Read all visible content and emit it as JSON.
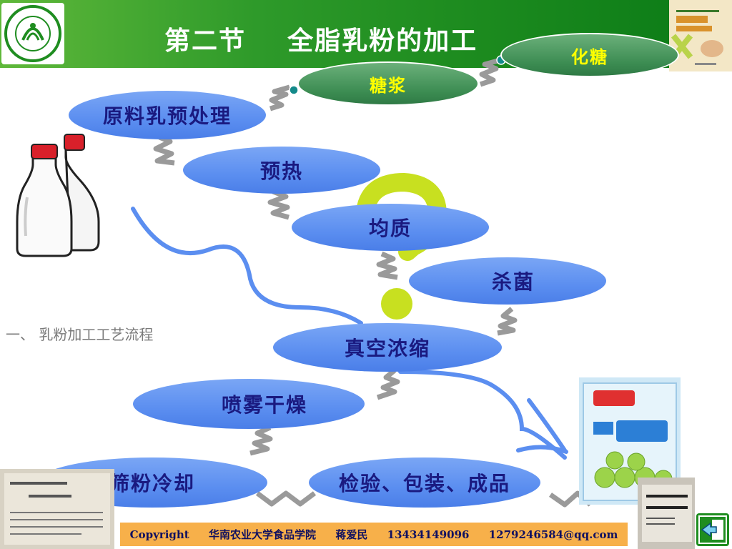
{
  "header": {
    "title": "第二节    全脂乳粉的加工",
    "logo_icon": "university-seal-icon",
    "book_icon": "textbook-cover-icon"
  },
  "section_label": "一、 乳粉加工工艺流程",
  "process": {
    "raw_milk": "原料乳预处理",
    "preheat": "预热",
    "homogenize": "均质",
    "sterilize": "杀菌",
    "vacuum_concentrate": "真空浓缩",
    "spray_dry": "喷雾干燥",
    "sieve_cool": "筛粉冷却",
    "inspect_pack": "检验、包装、成品",
    "syrup": "糖浆",
    "dissolve_sugar": "化糖"
  },
  "footer": {
    "copyright": "Copyright",
    "org": "华南农业大学食品学院",
    "author": "蒋爱民",
    "phone": "13434149096",
    "email": "1279246584@qq.com"
  },
  "colors": {
    "header_green": "#1f8d20",
    "ellipse_blue": "#5b8ef0",
    "ellipse_green": "#3c8c52",
    "footer_orange": "#f7b04a",
    "connector_grey": "#9a9a9a"
  }
}
